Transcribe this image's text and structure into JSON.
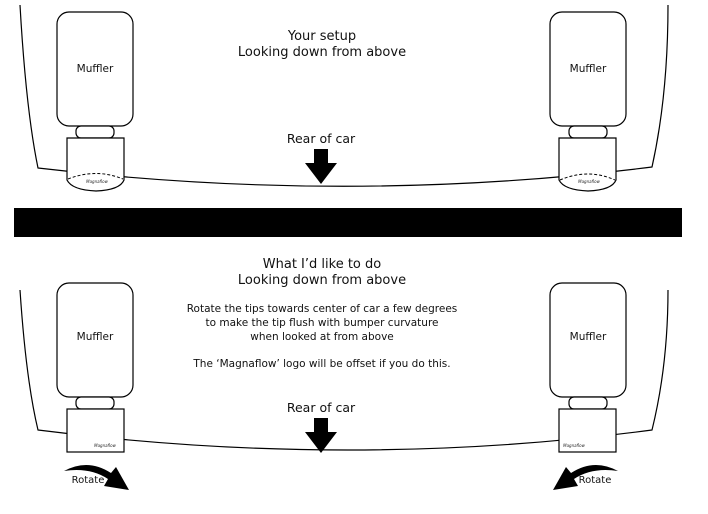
{
  "top_panel": {
    "title_line1": "Your setup",
    "title_line2": "Looking down from above",
    "muffler_left": "Muffler",
    "muffler_right": "Muffler",
    "rear_label": "Rear of car",
    "logo_left": "Magnaflow",
    "logo_right": "Magnaflow"
  },
  "bottom_panel": {
    "title_line1": "What I’d like to do",
    "title_line2": "Looking down from above",
    "note_line1": "Rotate the tips towards center of car a few degrees",
    "note_line2": "to make the tip flush with bumper curvature",
    "note_line3": "when looked at from above",
    "note_line4": "The ‘Magnaflow’ logo will be offset if you do this.",
    "muffler_left": "Muffler",
    "muffler_right": "Muffler",
    "rear_label": "Rear of car",
    "logo_left": "Magnaflow",
    "logo_right": "Magnaflow",
    "rotate_left": "Rotate",
    "rotate_right": "Rotate"
  },
  "colors": {
    "ink": "#000000",
    "background": "#ffffff"
  }
}
